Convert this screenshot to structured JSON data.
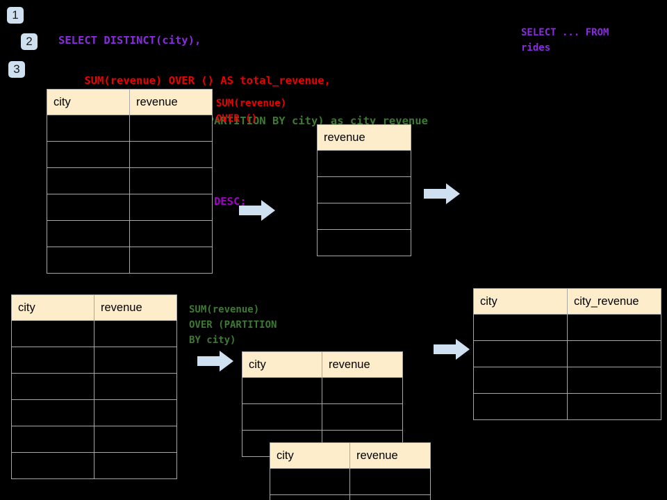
{
  "steps": [
    {
      "label": "1"
    },
    {
      "label": "2"
    },
    {
      "label": "3"
    }
  ],
  "query": {
    "lines": [
      {
        "text": "SELECT DISTINCT(city),",
        "color": "#8a2be2"
      },
      {
        "text": "    SUM(revenue) OVER () AS total_revenue,",
        "color": "#ee0000"
      },
      {
        "text": "    SUM(revenue) OVER (PARTITION BY city) as city_revenue",
        "color": "#3d7a33"
      },
      {
        "text": "  FROM rides",
        "color": "#a000c8"
      },
      {
        "text": "  ORDER by city_revenue DESC;",
        "color": "#a000c8"
      }
    ]
  },
  "annotations": {
    "top_right_label": "SELECT ... FROM\nrides",
    "top_right_color": "#8a2be2",
    "sum_over_empty": "SUM(revenue)\nOVER ()",
    "sum_over_empty_color": "#ee0000",
    "sum_over_partition": "SUM(revenue)\nOVER (PARTITION\nBY city)",
    "sum_over_partition_color": "#3d7a33"
  },
  "tables": {
    "source_top": {
      "name": "source-rides-table",
      "headers": [
        "city",
        "revenue"
      ],
      "row_count": 6,
      "rows": [
        [
          "",
          ""
        ],
        [
          "",
          ""
        ],
        [
          "",
          ""
        ],
        [
          "",
          ""
        ],
        [
          "",
          ""
        ],
        [
          "",
          ""
        ]
      ]
    },
    "total_revenue": {
      "name": "total-revenue-table",
      "headers": [
        "revenue"
      ],
      "row_count": 4,
      "rows": [
        [
          ""
        ],
        [
          ""
        ],
        [
          ""
        ],
        [
          ""
        ]
      ]
    },
    "source_bottom": {
      "name": "source-rides-table-partitioned",
      "headers": [
        "city",
        "revenue"
      ],
      "row_count": 6,
      "rows": [
        [
          "",
          ""
        ],
        [
          "",
          ""
        ],
        [
          "",
          ""
        ],
        [
          "",
          ""
        ],
        [
          "",
          ""
        ],
        [
          "",
          ""
        ]
      ]
    },
    "partition_back": {
      "name": "partition-group-table-back",
      "headers": [
        "city",
        "revenue"
      ],
      "row_count": 3,
      "rows": [
        [
          "",
          ""
        ],
        [
          "",
          ""
        ],
        [
          "",
          ""
        ]
      ]
    },
    "partition_front": {
      "name": "partition-group-table-front",
      "headers": [
        "city",
        "revenue"
      ],
      "row_count": 2,
      "rows": [
        [
          "",
          ""
        ],
        [
          "",
          ""
        ]
      ]
    },
    "result": {
      "name": "city-revenue-result-table",
      "headers": [
        "city",
        "city_revenue"
      ],
      "row_count": 4,
      "rows": [
        [
          "",
          ""
        ],
        [
          "",
          ""
        ],
        [
          "",
          ""
        ],
        [
          "",
          ""
        ]
      ]
    }
  },
  "arrows": [
    {
      "name": "arrow-source-to-total"
    },
    {
      "name": "arrow-total-to-result"
    },
    {
      "name": "arrow-source-to-partition"
    },
    {
      "name": "arrow-partition-to-result"
    }
  ],
  "colors": {
    "background": "#000000",
    "header_fill": "#fdedcb",
    "grid_line": "#a8a8a8",
    "badge_fill": "#cfe0f0",
    "arrow_fill": "#cfe0f0",
    "arrow_stroke": "#b8cfe4"
  }
}
